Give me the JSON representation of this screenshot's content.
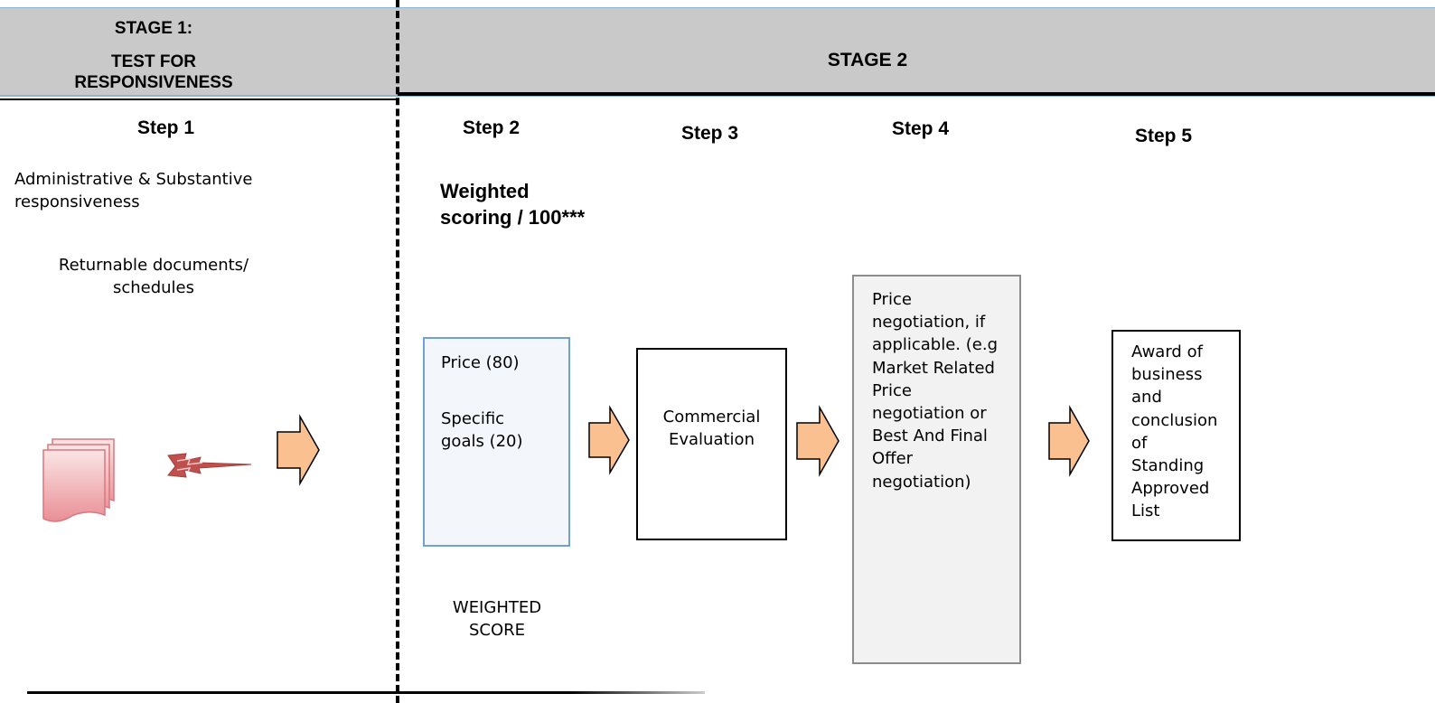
{
  "header": {
    "stage1_line1": "STAGE 1:",
    "stage1_line2": "TEST FOR",
    "stage1_line3": "RESPONSIVENESS",
    "stage2": "STAGE 2"
  },
  "steps": {
    "step1": "Step 1",
    "step2": "Step 2",
    "step3": "Step 3",
    "step4": "Step 4",
    "step5": "Step 5"
  },
  "step1": {
    "line1": "Administrative & Substantive",
    "line2": "responsiveness",
    "docs_line1": "Returnable documents/",
    "docs_line2": "schedules"
  },
  "step2": {
    "title_line1": "Weighted",
    "title_line2": "scoring / 100***",
    "box_price": "Price (80)",
    "box_goals_line1": "Specific",
    "box_goals_line2": "goals  (20)",
    "footer_line1": "WEIGHTED",
    "footer_line2": "SCORE"
  },
  "step3": {
    "box_line1": "Commercial",
    "box_line2": "Evaluation"
  },
  "step4": {
    "box_lines": [
      "Price",
      "negotiation, if",
      "applicable. (e.g",
      "Market Related",
      "Price",
      "negotiation or",
      "Best And Final",
      "Offer",
      "negotiation)"
    ]
  },
  "step5": {
    "box_lines": [
      "Award of",
      "business",
      "and",
      "conclusion",
      "of",
      "Standing",
      "Approved",
      "List"
    ]
  },
  "icons": [
    "documents-stack-icon",
    "lightning-arrow-icon",
    "block-arrow-icon"
  ],
  "colors": {
    "header_bg": "#c9c9c9",
    "arrow_fill": "#fbc08f",
    "step2_box_border": "#6fa0d8",
    "step4_box_bg": "#f2f2f2",
    "doc_icon": "#e88f95",
    "lightning": "#c0504d"
  }
}
